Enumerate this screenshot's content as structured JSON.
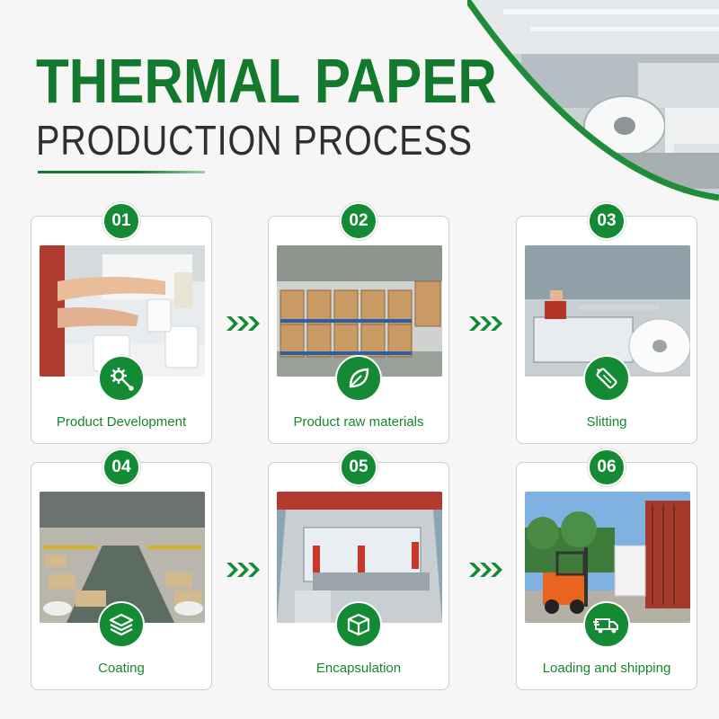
{
  "header": {
    "title_line1": "THERMAL PAPER",
    "title_line2": "PRODUCTION PROCESS"
  },
  "colors": {
    "brand_green": "#138a33",
    "title_green": "#137a2d",
    "label_green": "#17862f"
  },
  "steps": [
    {
      "number": "01",
      "label": "Product Development",
      "icon": "gear-wrench-icon"
    },
    {
      "number": "02",
      "label": "Product raw materials",
      "icon": "leaf-icon"
    },
    {
      "number": "03",
      "label": "Slitting",
      "icon": "box-cutter-icon"
    },
    {
      "number": "04",
      "label": "Coating",
      "icon": "layers-icon"
    },
    {
      "number": "05",
      "label": "Encapsulation",
      "icon": "package-icon"
    },
    {
      "number": "06",
      "label": "Loading and shipping",
      "icon": "delivery-truck-icon"
    }
  ]
}
